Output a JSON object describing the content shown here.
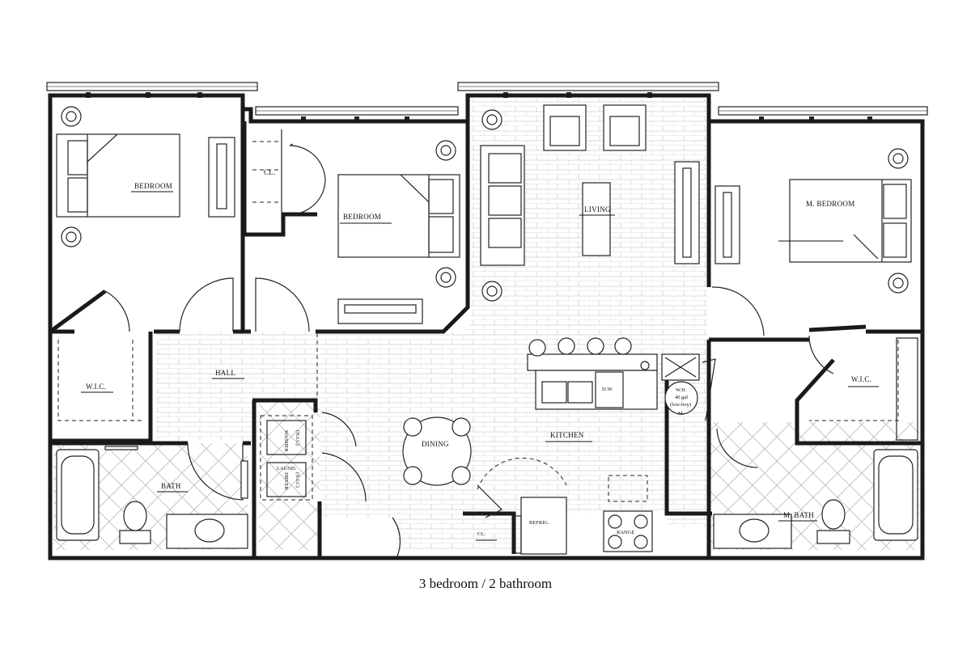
{
  "rooms": {
    "bedroom_left": "BEDROOM",
    "bedroom_center": "BEDROOM",
    "closet_center": "CL.",
    "living": "LIVING",
    "master_bedroom": "M.   BEDROOM",
    "wic_left": "W.I.C.",
    "hall": "HALL",
    "wic_right": "W.I.C.",
    "bath": "BATH",
    "laundry": "LAUND.",
    "dining": "DINING",
    "kitchen": "KITCHEN",
    "master_bath": "M. BATH",
    "closet_kitchen": "CL."
  },
  "fixtures": {
    "dishwasher": "D.W.",
    "water_heater_line1": "W.H.",
    "water_heater_line2": "40 gal",
    "water_heater_line3": "(low-boy)",
    "water_heater_tag": "M.",
    "refrigerator": "REFRIG.",
    "range": "RANGE",
    "washer": "WASHER",
    "washer_tag": "(N.I.C)",
    "dryer": "DRYER",
    "dryer_tag": "(N.I.C)"
  },
  "caption": "3 bedroom / 2 bathroom"
}
